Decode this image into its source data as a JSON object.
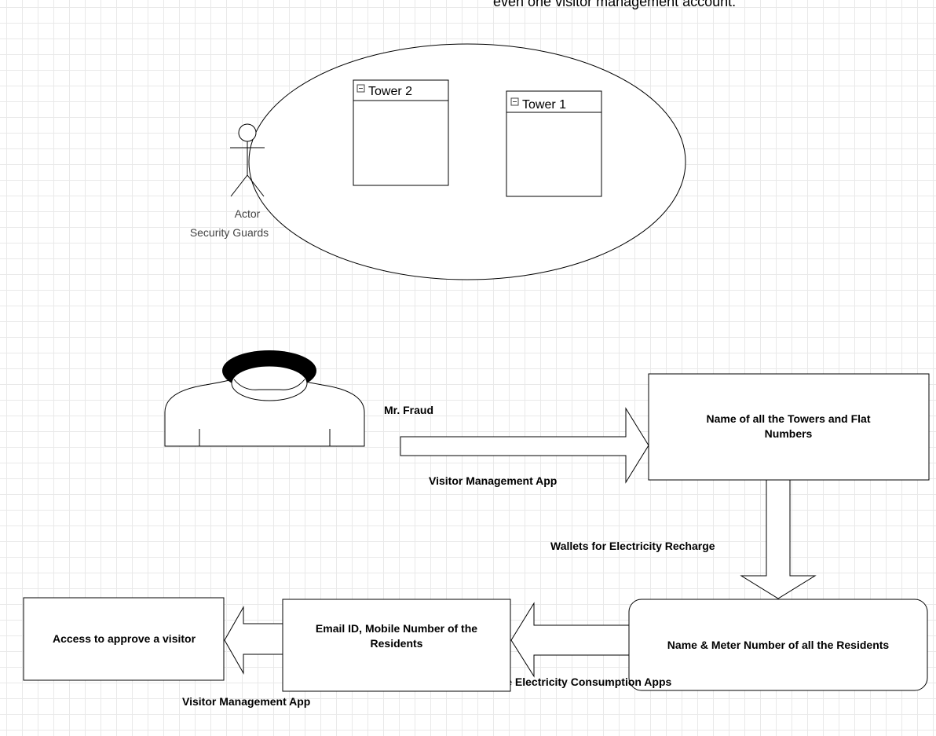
{
  "top_note": "even one visitor management account.",
  "guard_scene": {
    "actor_label": "Actor",
    "actor_role": "Security Guards",
    "towers": [
      "Tower 2",
      "Tower 1"
    ]
  },
  "fraud_person": {
    "name": "Mr. Fraud"
  },
  "nodes": {
    "towers_flats_line1": "Name of all the Towers and Flat",
    "towers_flats_line2": "Numbers",
    "residents_meter": "Name & Meter Number of all the Residents",
    "email_mobile_line1": "Email ID, Mobile Number of the",
    "email_mobile_line2": "Residents",
    "approve_visitor": "Access to approve a visitor"
  },
  "edges": {
    "fraud_to_towers": "Visitor Management App",
    "towers_to_residents": "Wallets for Electricity Recharge",
    "residents_to_email": "Real-time Electricity Consumption Apps",
    "email_to_approve": "Visitor Management App"
  }
}
